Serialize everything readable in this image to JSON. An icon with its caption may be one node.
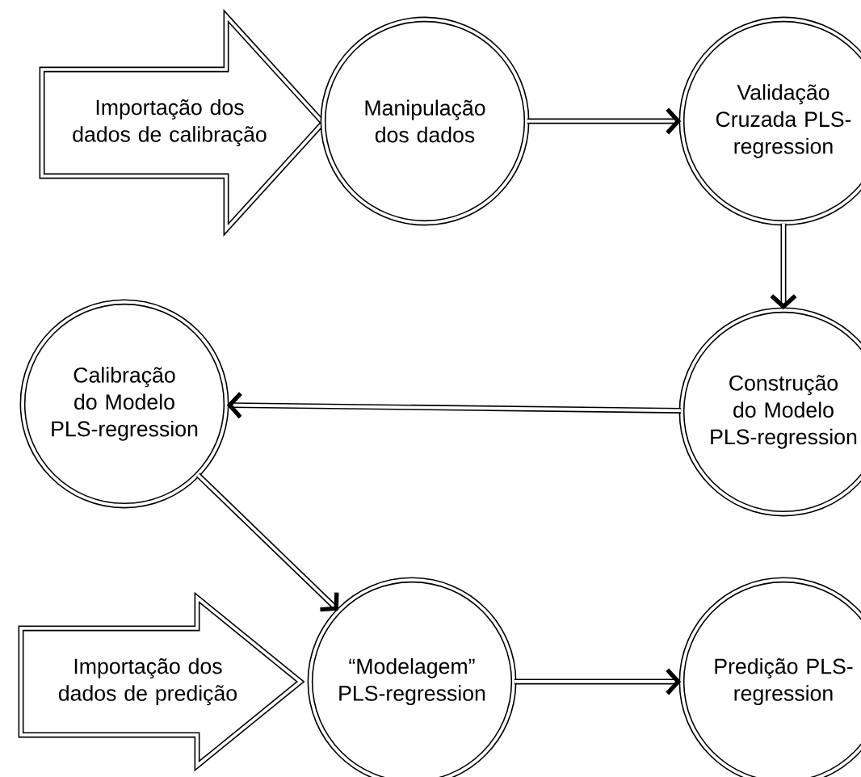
{
  "diagram": {
    "nodes": [
      {
        "text": [
          "Importação dos dados de calibração"
        ]
      },
      {
        "text": [
          "Manipulação dos dados"
        ]
      },
      {
        "text": [
          "Validação Cruzada PLS-regression"
        ]
      },
      {
        "text": [
          "Construção do Modelo PLS-regression"
        ]
      },
      {
        "text": [
          "Calibração do Modelo PLS-regression"
        ]
      },
      {
        "text": [
          "Importação dos dados de predição"
        ]
      },
      {
        "text": [
          "“Modelagem” PLS-regression"
        ]
      },
      {
        "text": [
          "Predição PLS-regression"
        ]
      }
    ],
    "edges": [
      {
        "from": 1,
        "to": 2,
        "arrow": "to"
      },
      {
        "from": 2,
        "to": 3,
        "arrow": "to"
      },
      {
        "from": 3,
        "to": 4,
        "arrow": "to"
      },
      {
        "from": 4,
        "to": 6,
        "arrow": "to"
      },
      {
        "from": 6,
        "to": 7,
        "arrow": "to"
      }
    ]
  }
}
